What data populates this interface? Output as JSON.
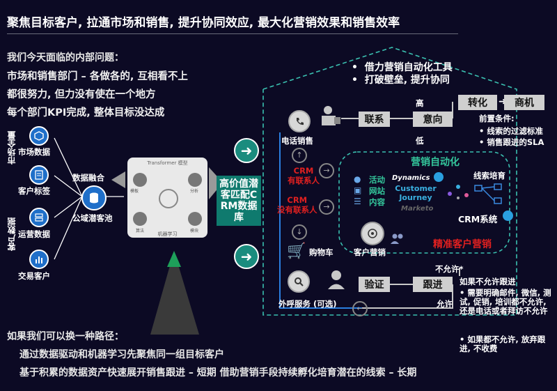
{
  "title": "聚焦目标客户, 拉通市场和销售, 提升协同效应, 最大化营销效果和销售效率",
  "problems": {
    "heading": "我们今天面临的内部问题：",
    "lines": [
      "市场和销售部门 – 各做各的, 互相看不上",
      "都很努力, 但力没有使在一个地方",
      "每个部门KPI完成, 整体目标没达成"
    ]
  },
  "left": {
    "market_full": "市场全量",
    "customer_data": "客户数据",
    "items": [
      "市场数据",
      "客户标签",
      "运营数据",
      "交易客户"
    ],
    "fusion": "数据融合",
    "pool": "公域潜客池",
    "ml_title": "Transformer 模型",
    "ml_caption": "机器学习",
    "ml_labels": [
      "模板",
      "分析",
      "算法",
      "模块"
    ]
  },
  "crm_box": "高价值潜客匹配CRM数据库",
  "callout": [
    "借力营销自动化工具",
    "打破壁垒, 提升协同"
  ],
  "flow": {
    "phone": "电话销售",
    "contact": "联系",
    "high": "高",
    "low": "低",
    "intent": "意向",
    "convert": "转化",
    "opportunity": "商机",
    "precond_title": "前置条件:",
    "precond": [
      "线索的过滤标准",
      "销售跟进的SLA"
    ],
    "crm_contacted": [
      "CRM",
      "有联系人"
    ],
    "crm_nocontact": [
      "CRM",
      "没有联系人"
    ],
    "cart": "购物车",
    "outbound": "外呼服务 (可选)",
    "verify": "验证",
    "follow": "跟进",
    "not_allowed": "不允许*",
    "allowed": "允许",
    "notes_title": "如果不允许跟进",
    "notes": [
      "需要明确邮件, 微信, 测试, 促销, 培训都不允许, 还是电话或者拜访不允许",
      "如果都不允许, 放弃跟进, 不收费"
    ]
  },
  "automation": {
    "title": "营销自动化",
    "activity": "活动",
    "website": "网站",
    "content": "内容",
    "dynamics": "Dynamics",
    "cj": "Customer Journey",
    "marketo": "Marketo",
    "nurture": "线索培育",
    "crm_system": "CRM系统",
    "customer_marketing": "客户营销",
    "precise": "精准客户营销"
  },
  "bottom": {
    "line1": "如果我们可以换一种路径：",
    "line2": "通过数据驱动和机器学习先聚焦同一组目标客户",
    "line3": "基于积累的数据资产快速展开销售跟进 – 短期    借助营销手段持续孵化培育潜在的线索 – 长期"
  }
}
